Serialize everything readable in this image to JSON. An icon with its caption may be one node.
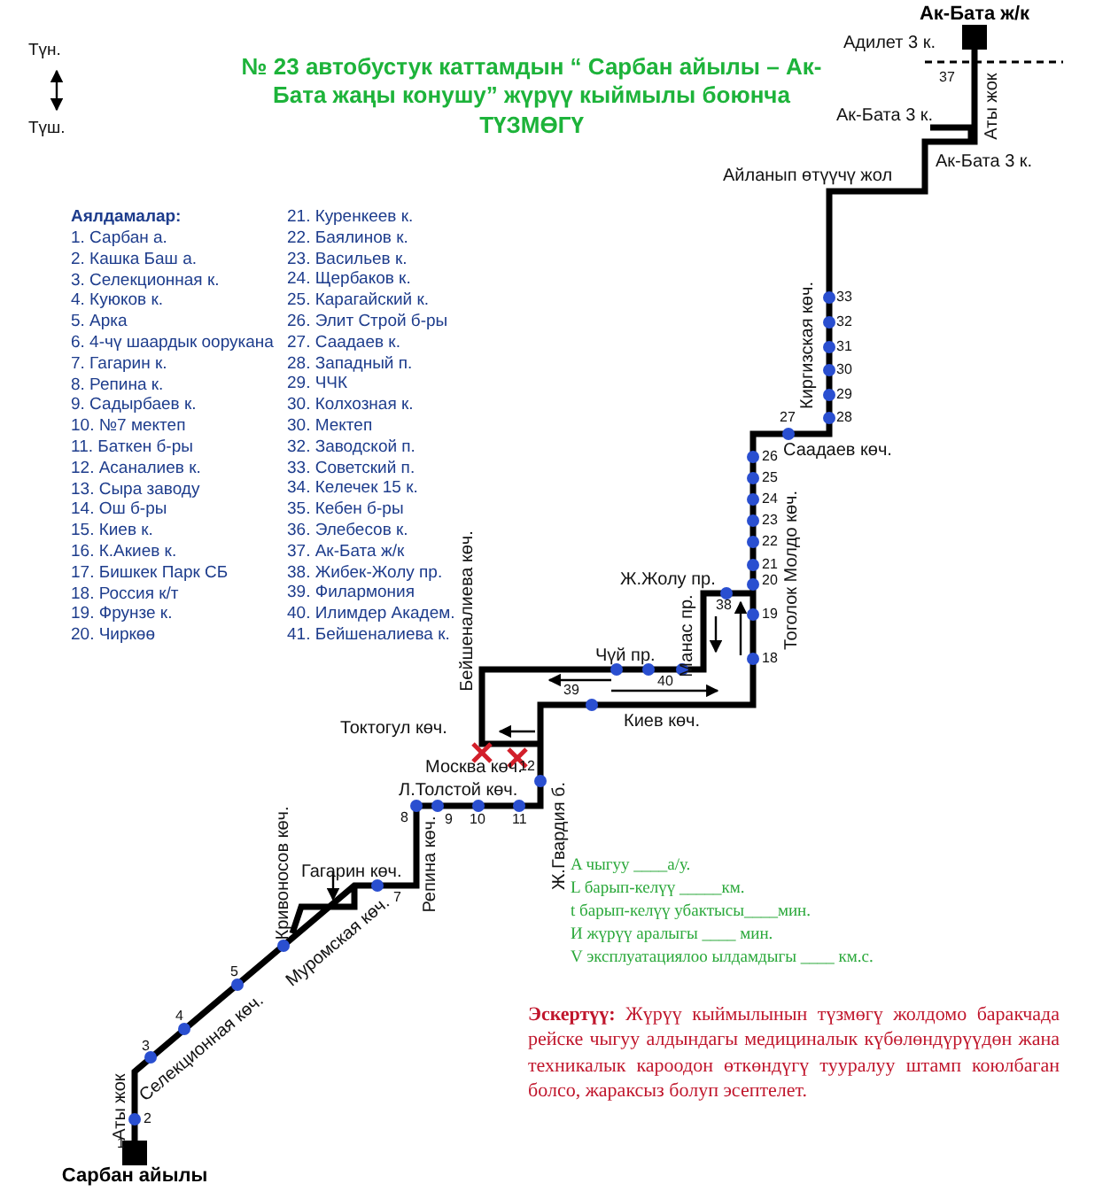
{
  "diagram": {
    "title": "№ 23 автобустук каттамдын “ Сарбан айылы – Ак-Бата жаңы конушу” жүрүү кыймылы боюнча ТҮЗМӨГҮ",
    "nodes": [
      {
        "text": [
          "Ак-Бата ж/к"
        ]
      },
      {
        "text": [
          "Сарбан айылы"
        ]
      }
    ],
    "edges": [
      {
        "from": 1,
        "to": 0,
        "arrow": "none"
      }
    ],
    "labels": [
      "Түн.",
      "Адилет 3 к.",
      "37",
      "Аты жок",
      "Түш.",
      "Ак-Бата 3 к.",
      "Ак-Бата 3 к.",
      "Айланып өтүүчү жол",
      "Аялдамалар:",
      "1. Сарбан а.",
      "2. Кашка Баш а.",
      "3. Селекционная к.",
      "4. Куюков к.",
      "5. Арка",
      "6. 4-чү шаардык оорукана",
      "7. Гагарин к.",
      "8. Репина к.",
      "9. Садырбаев к.",
      "10. №7 мектеп",
      "11. Баткен б-ры",
      "12. Асаналиев к.",
      "13. Сыра заводу",
      "14. Ош б-ры",
      "15. Киев к.",
      "16. К.Акиев к.",
      "17. Бишкек Парк СБ",
      "18. Россия к/т",
      "19. Фрунзе к.",
      "20. Чиркөө",
      "21. Куренкеев к.",
      "22. Баялинов к.",
      "23. Васильев к.",
      "24. Щербаков к.",
      "25. Карагайский к.",
      "26. Элит Строй б-ры",
      "27. Саадаев к.",
      "28. Западный п.",
      "29. ЧЧК",
      "30. Колхозная к.",
      "30. Мектеп",
      "32. Заводской п.",
      "33. Советский п.",
      "34. Келечек 15 к.",
      "35. Кебен б-ры",
      "36. Элебесов к.",
      "37. Ак-Бата ж/к",
      "38. Жибек-Жолу пр.",
      "39. Филармония",
      "40. Илимдер Академ.",
      "41. Бейшеналиева к.",
      "33",
      "32",
      "31",
      "30",
      "29",
      "28",
      "Киргизская көч.",
      "27",
      "26",
      "Саадаев көч.",
      "25",
      "24",
      "23",
      "22",
      "21",
      "20",
      "Ж.Жолу пр.",
      "Манас пр.",
      "38",
      "19",
      "Тоголок Молдо көч.",
      "18",
      "Бейшеналиева көч.",
      "Чүй пр.",
      "40",
      "39",
      "Киев көч.",
      "Токтогул көч.",
      "Москва көч.",
      "12",
      "Л.Толстой көч.",
      "Ж.Гвардия б.",
      "8",
      "9",
      "10",
      "11",
      "Кривоносов көч.",
      "Гагарин көч.",
      "7",
      "Репина көч.",
      "Муромская көч.",
      "5",
      "4",
      "Селекционная көч.",
      "3",
      "Аты жок",
      "2",
      "1",
      "A чыгуу ____а/у.",
      "L барып-келүү _____км.",
      "t барып-келүү убактысы____мин.",
      "И жүрүү аралыгы ____ мин.",
      "V эксплуатациялоо ылдамдыгы ____ км.с.",
      "**Эскертүү:** Жүрүү кыймылынын түзмөгү жолдомо баракчада рейске чыгуу алдындагы медициналык күбөлөндүрүүдөн жана техникалык кароодон өткөндүгү тууралуу штамп коюлбаган болсо, жараксыз болуп эсептелет."
    ]
  }
}
